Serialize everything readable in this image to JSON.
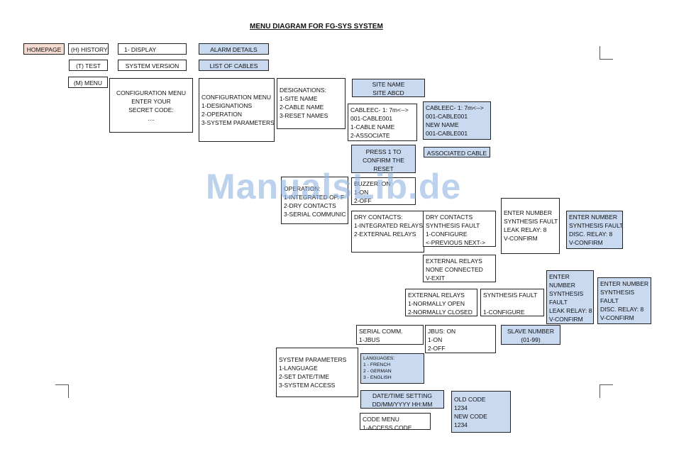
{
  "title": "MENU DIAGRAM FOR FG-SYS SYSTEM",
  "watermark": "ManualsLib.de",
  "boxes": {
    "homepage": [
      "HOMEPAGE"
    ],
    "history": [
      "(H) HISTORY"
    ],
    "test": [
      "(T) TEST"
    ],
    "menu": [
      "(M) MENU"
    ],
    "display": [
      "1- DISPLAY"
    ],
    "system_version": [
      "SYSTEM VERSION"
    ],
    "alarm_details": [
      "ALARM DETAILS"
    ],
    "list_of_cables": [
      "LIST OF CABLES"
    ],
    "config_code": [
      "CONFIGURATION  MENU",
      "ENTER YOUR",
      "SECRET CODE:",
      "...."
    ],
    "config_menu": [
      "CONFIGURATION  MENU",
      "1-DESIGNATIONS",
      "2-OPERATION",
      "3-SYSTEM PARAMETERS"
    ],
    "designations": [
      "DESIGNATIONS:",
      "1-SITE NAME",
      "2-CABLE NAME",
      "3-RESET NAMES"
    ],
    "site_name": [
      "SITE NAME",
      "SITE ABCD"
    ],
    "cable_menu": [
      "CABLEEC- 1: 7m<-->",
      "001-CABLE001",
      "1-CABLE NAME",
      "2-ASSOCIATE"
    ],
    "cable_new_name": [
      "CABLEEC- 1: 7m<-->",
      "001-CABLE001",
      "NEW NAME",
      "001-CABLE001"
    ],
    "associated_cable": [
      "ASSOCIATED CABLE"
    ],
    "press_confirm": [
      "PRESS 1 TO",
      "CONFIRM THE",
      "RESET"
    ],
    "operation": [
      "OPERATION:",
      "1-INTEGRATED OP. F",
      "2-DRY CONTACTS",
      "3-SERIAL COMMUNIC"
    ],
    "buzzer": [
      "BUZZER: ON",
      "1-ON",
      "2-OFF"
    ],
    "dry_contacts": [
      "DRY CONTACTS:",
      "1-INTEGRATED  RELAYS",
      "2-EXTERNAL RELAYS"
    ],
    "dry_synthesis": [
      "DRY CONTACTS",
      "SYNTHESIS  FAULT",
      "1-CONFIGURE",
      "<-PREVIOUS       NEXT->"
    ],
    "enter_leak": [
      "ENTER NUMBER",
      "SYNTHESIS FAULT",
      "LEAK RELAY: 8",
      "V-CONFIRM"
    ],
    "enter_disc": [
      "ENTER NUMBER",
      "SYNTHESIS FAULT",
      "DISC. RELAY: 8",
      "V-CONFIRM"
    ],
    "ext_none": [
      "EXTERNAL  RELAYS",
      "NONE CONNECTED",
      "V-EXIT"
    ],
    "ext_relays": [
      "EXTERNAL  RELAYS",
      "1-NORMALLY OPEN",
      "2-NORMALLY CLOSED"
    ],
    "synthesis_fault": [
      "SYNTHESIS  FAULT",
      "",
      "1-CONFIGURE"
    ],
    "enter_leak2": [
      "ENTER",
      "NUMBER",
      "SYNTHESIS",
      "FAULT",
      "LEAK RELAY: 8",
      "V-CONFIRM"
    ],
    "enter_disc2": [
      "ENTER NUMBER",
      "SYNTHESIS",
      "FAULT",
      "DISC. RELAY: 8",
      "V-CONFIRM"
    ],
    "serial_comm": [
      "SERIAL COMM.",
      "1-JBUS"
    ],
    "jbus": [
      "JBUS: ON",
      "1-ON",
      "2-OFF"
    ],
    "slave_number": [
      "SLAVE NUMBER",
      "(01-99)"
    ],
    "system_params": [
      "SYSTEM  PARAMETERS",
      "1-LANGUAGE",
      "2-SET DATE/TIME",
      "3-SYSTEM ACCESS"
    ],
    "languages": [
      "LANGUAGES:",
      "1 - FRENCH",
      "2 - GERMAN",
      "3 - ENGLISH"
    ],
    "datetime": [
      "DATE/TIME SETTING",
      "DD/MM/YYYY HH:MM"
    ],
    "old_new_code": [
      "OLD CODE",
      "1234",
      "NEW CODE",
      "1234"
    ],
    "code_menu": [
      "CODE MENU",
      "1-ACCESS CODE"
    ]
  }
}
